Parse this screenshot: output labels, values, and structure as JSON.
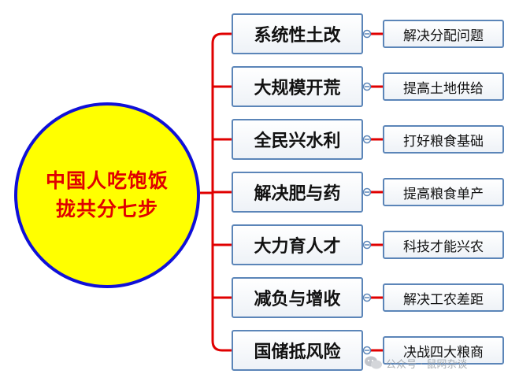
{
  "center": {
    "lines": [
      "中国人吃饱饭",
      "拢共分七步"
    ]
  },
  "steps": [
    {
      "label": "系统性土改",
      "goal": "解决分配问题"
    },
    {
      "label": "大规模开荒",
      "goal": "提高土地供给"
    },
    {
      "label": "全民兴水利",
      "goal": "打好粮食基础"
    },
    {
      "label": "解决肥与药",
      "goal": "提高粮食单产"
    },
    {
      "label": "大力育人才",
      "goal": "科技才能兴农"
    },
    {
      "label": "减负与增收",
      "goal": "解决工农差距"
    },
    {
      "label": "国储抵风险",
      "goal": "决战四大粮商"
    }
  ],
  "watermark": {
    "text": "公众号 · 鼠网杂谈"
  },
  "colors": {
    "connector": "#e00000",
    "node_border": "#5b85b8",
    "circle_fill": "#ffff00",
    "circle_border": "#1010d8",
    "center_text": "#e00000"
  }
}
